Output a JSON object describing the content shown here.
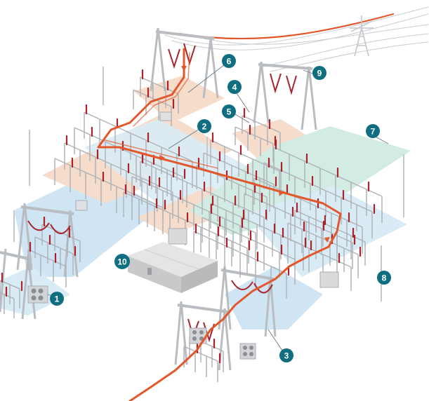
{
  "diagram": {
    "markers": [
      {
        "id": "m1",
        "label": "1"
      },
      {
        "id": "m2",
        "label": "2"
      },
      {
        "id": "m3",
        "label": "3"
      },
      {
        "id": "m4",
        "label": "4"
      },
      {
        "id": "m5",
        "label": "5"
      },
      {
        "id": "m6",
        "label": "6"
      },
      {
        "id": "m7",
        "label": "7"
      },
      {
        "id": "m8",
        "label": "8"
      },
      {
        "id": "m9",
        "label": "9"
      },
      {
        "id": "m10",
        "label": "10"
      }
    ],
    "colors": {
      "marker_fill": "#0f6f80",
      "power_path": "#e2582c",
      "zone_blue": "#cfe5f3",
      "zone_peach": "#f6dccb",
      "zone_green": "#d2ebe3",
      "steel": "#b9bcc0",
      "insulator": "#a8232b",
      "building": "#d9dadc"
    }
  }
}
